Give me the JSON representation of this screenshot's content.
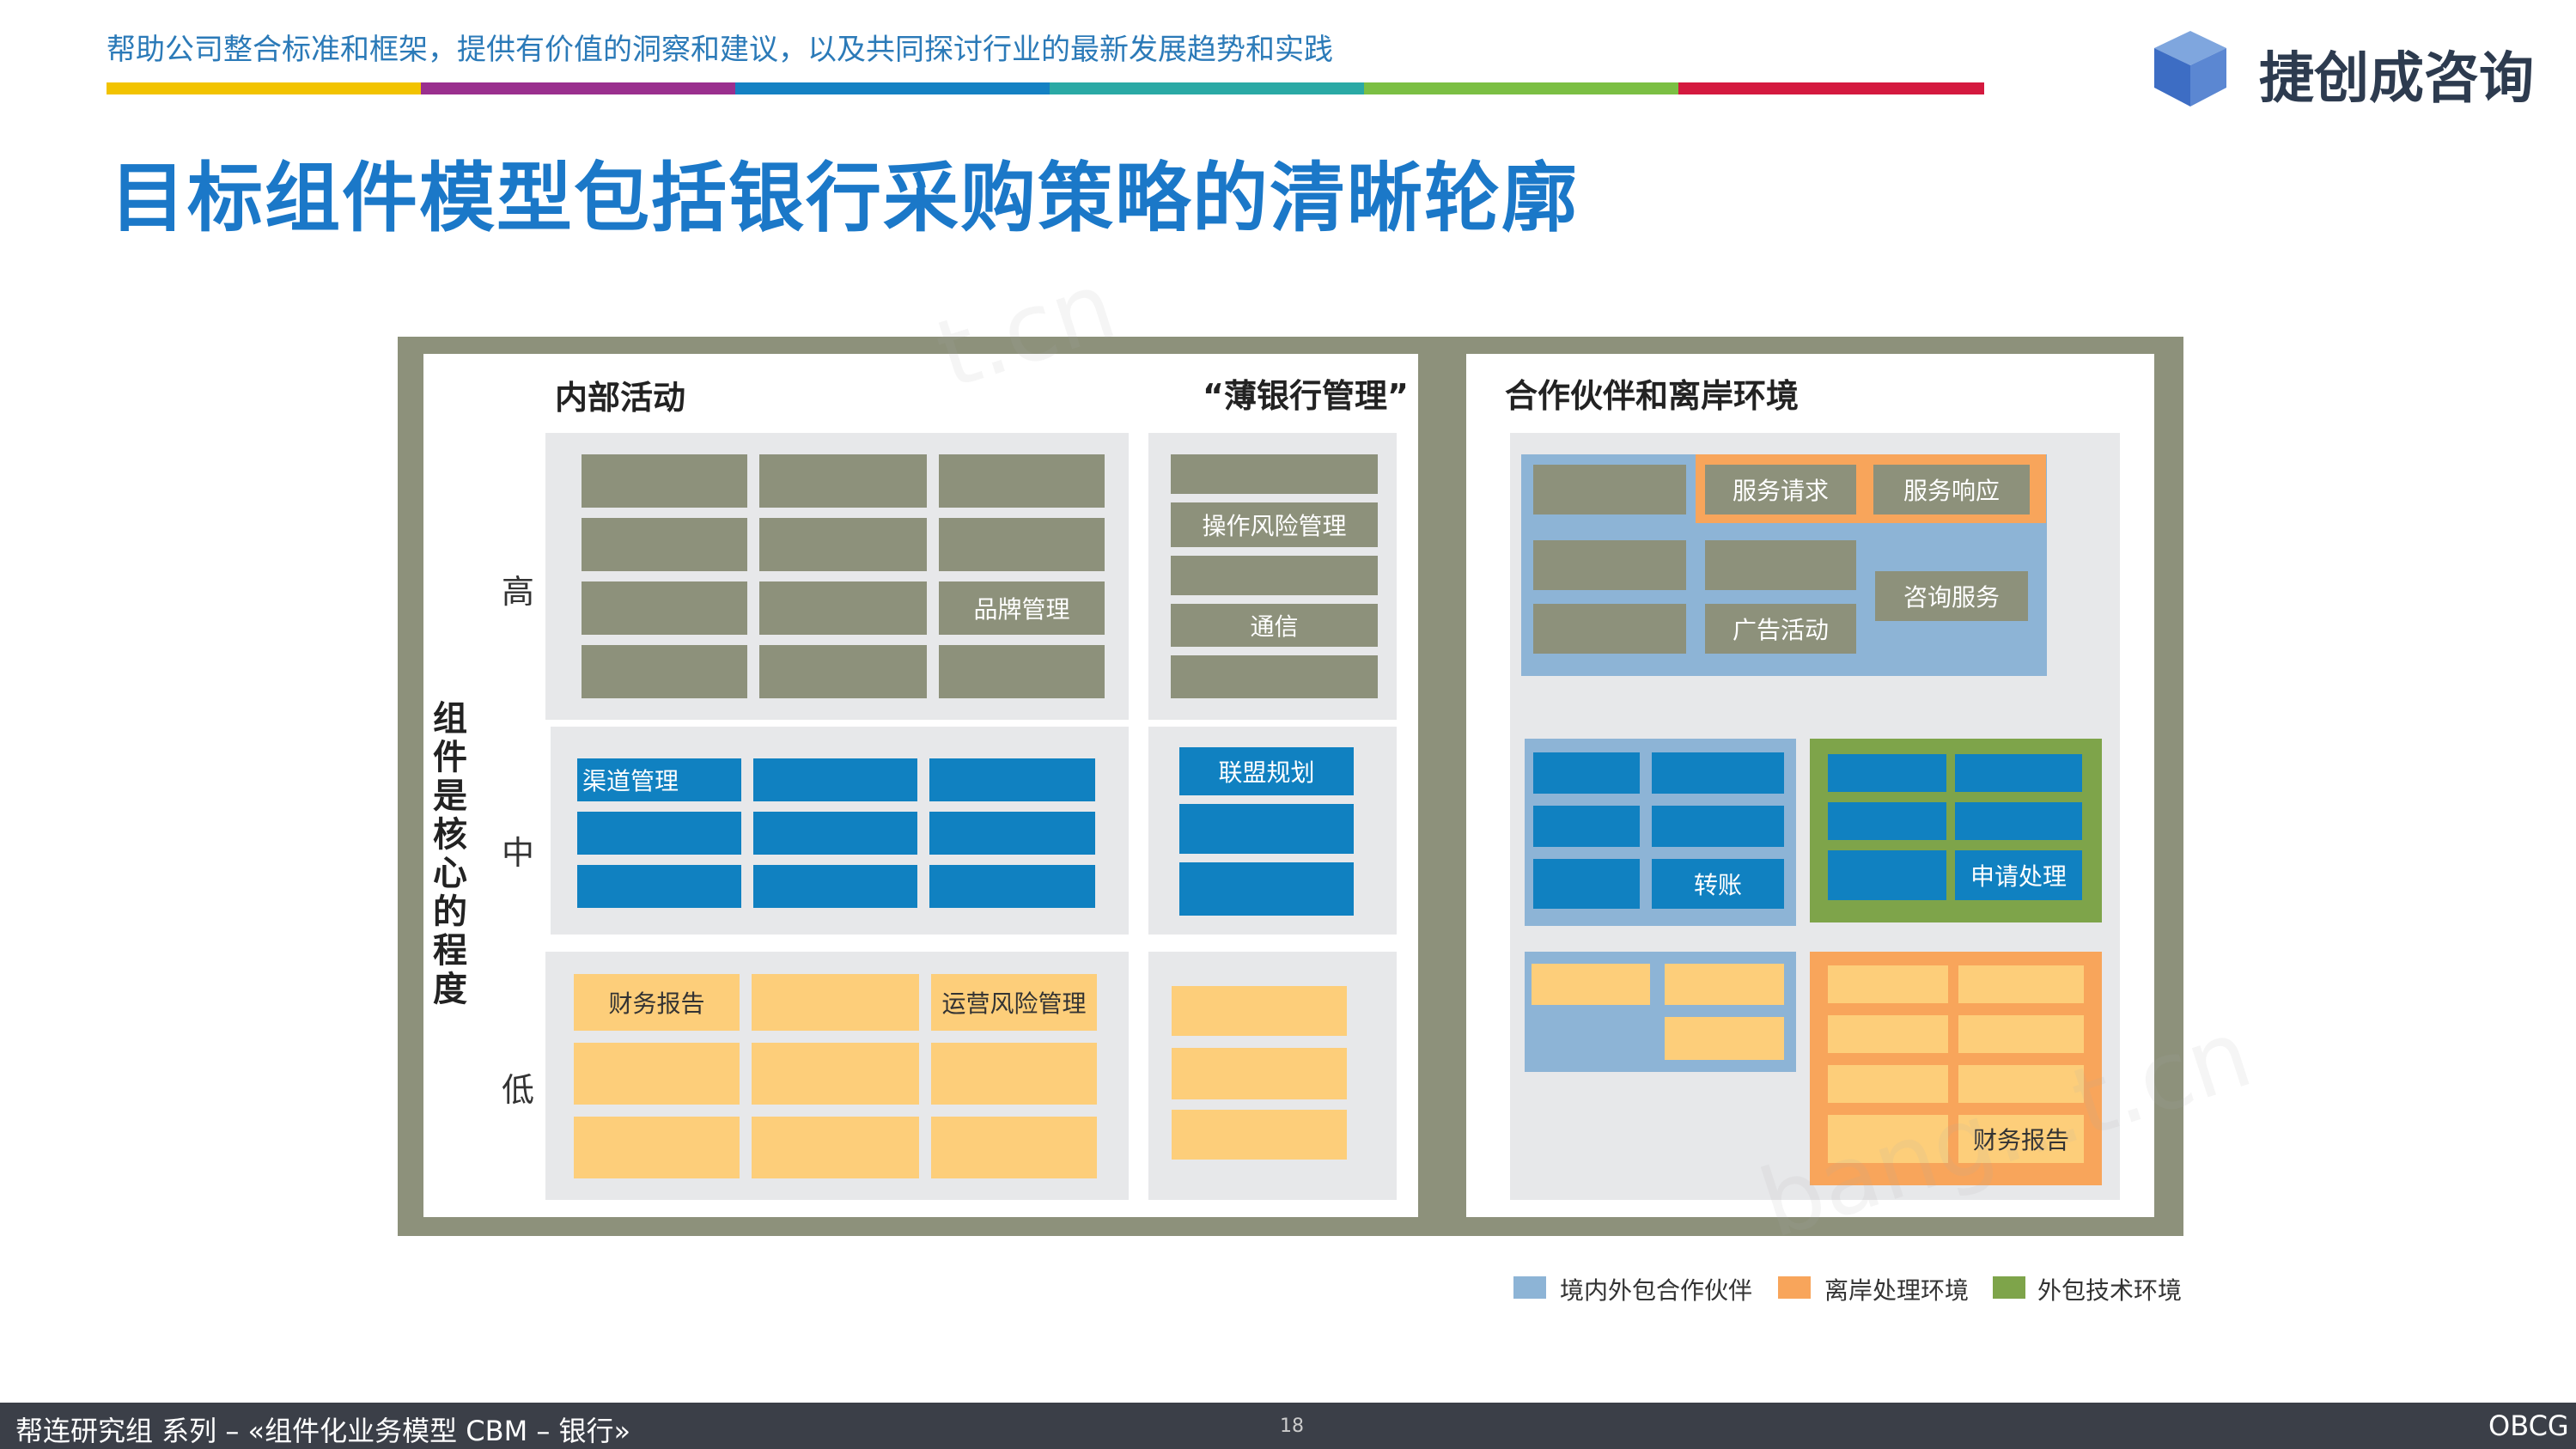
{
  "header": {
    "subtitle": "帮助公司整合标准和框架，提供有价值的洞察和建议，以及共同探讨行业的最新发展趋势和实践",
    "logo_text": "捷创成咨询",
    "stripe_colors": [
      "#f2c300",
      "#9a2f8e",
      "#1481c3",
      "#2aa9a5",
      "#7bbf43",
      "#d4193f"
    ]
  },
  "title": "目标组件模型包括银行采购策略的清晰轮廓",
  "diagram": {
    "section_internal": "内部活动",
    "section_thin_bank": "“薄银行管理”",
    "section_partner": "合作伙伴和离岸环境",
    "vertical_label": "组件是核心的程度",
    "levels": {
      "high": "高",
      "mid": "中",
      "low": "低"
    },
    "labels": {
      "brand_mgmt": "品牌管理",
      "op_risk_mgmt": "操作风险管理",
      "comms": "通信",
      "channel_mgmt": "渠道管理",
      "alliance_planning": "联盟规划",
      "financial_report": "财务报告",
      "op_risk_mgmt_2": "运营风险管理",
      "service_request": "服务请求",
      "service_response": "服务响应",
      "consulting_service": "咨询服务",
      "advertising": "广告活动",
      "transfer": "转账",
      "application_processing": "申请处理",
      "financial_report_2": "财务报告"
    },
    "colors": {
      "gray": "#8d917b",
      "blue": "#1081c1",
      "yellow": "#fdce7a",
      "light_blue": "#8db4d6",
      "orange": "#f8a55b",
      "green": "#7ea44a"
    }
  },
  "legend": [
    {
      "label": "境内外包合作伙伴",
      "color": "#8db4d6"
    },
    {
      "label": "离岸处理环境",
      "color": "#f8a55b"
    },
    {
      "label": "外包技术环境",
      "color": "#7ea44a"
    }
  ],
  "footer": {
    "left": "帮连研究组 系列 – «组件化业务模型 CBM – 银行»",
    "page_number": "18",
    "right": "OBCG"
  }
}
